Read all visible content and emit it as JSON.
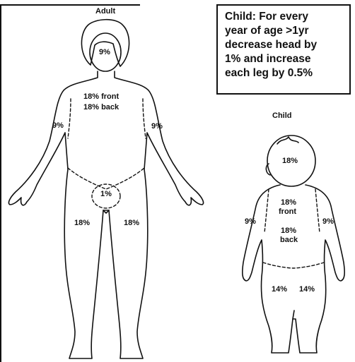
{
  "note": {
    "lines": [
      "Child: For every",
      "year of age >1yr",
      "decrease head by",
      "1% and increase",
      "each leg by 0.5%"
    ]
  },
  "adult": {
    "title": "Adult",
    "head": "9%",
    "trunk_front": "18% front",
    "trunk_back": "18% back",
    "arm_left": "9%",
    "arm_right": "9%",
    "genital": "1%",
    "leg_left": "18%",
    "leg_right": "18%"
  },
  "child": {
    "title": "Child",
    "head": "18%",
    "trunk_front_pct": "18%",
    "trunk_front_label": "front",
    "trunk_back_pct": "18%",
    "trunk_back_label": "back",
    "arm_left": "9%",
    "arm_right": "9%",
    "leg_left": "14%",
    "leg_right": "14%"
  }
}
